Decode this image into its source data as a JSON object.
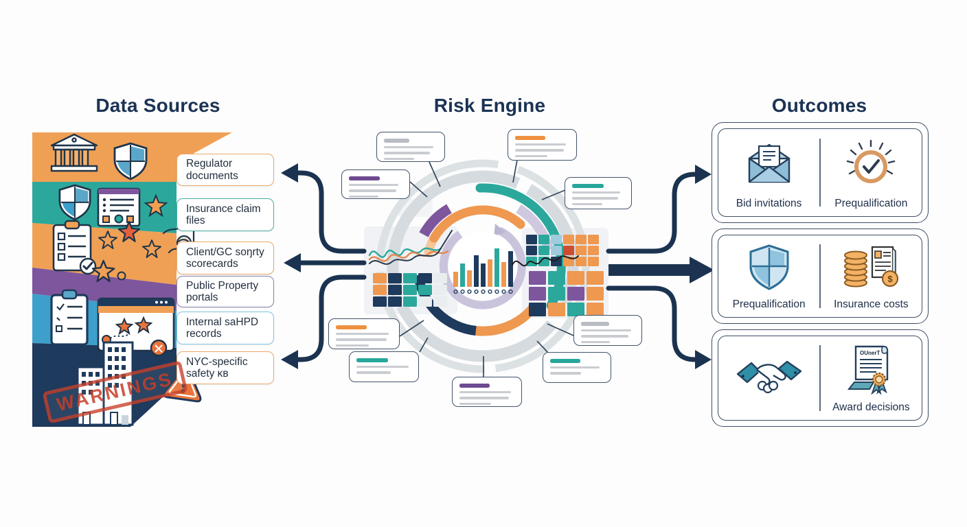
{
  "titles": {
    "left": "Data Sources",
    "center": "Risk Engine",
    "right": "Outcomes"
  },
  "data_sources": {
    "items": [
      {
        "label": "Regulator documents",
        "band_color": "#F0A055",
        "border": "#E9A96B"
      },
      {
        "label": "Insurance claim files",
        "band_color": "#2BA89B",
        "border": "#49AFA3"
      },
      {
        "label": "Client/GC soŋrty scorecards",
        "band_color": "#F0A055",
        "border": "#E9A96B"
      },
      {
        "label": "Public Property portals",
        "band_color": "#7D569D",
        "border": "#8d80a8"
      },
      {
        "label": "Internal saHPD records",
        "band_color": "#3E9FCB",
        "border": "#7EC3DC"
      },
      {
        "label": "NYC-specific safety ᴋʙ",
        "band_color": "#1E3A5C",
        "border": "#E9A96B"
      }
    ],
    "stamp_text": "WARNINGS",
    "icons": [
      "bank-icon",
      "shield-icon",
      "checklist-document-icon",
      "star-icon",
      "clipboard-check-icon",
      "rating-stars-icon",
      "person-doodle-icon",
      "clipboard-icon",
      "browser-reviews-icon",
      "buildings-icon",
      "warning-triangle-icon",
      "warnings-stamp"
    ]
  },
  "risk_engine": {
    "palette": {
      "orange": "#EF9850",
      "teal": "#2BA89B",
      "navy": "#1E3A5C",
      "purple": "#7D569D",
      "red": "#CB4E32",
      "lightblue": "#9FCBDC",
      "gray": "#E9EDF0"
    },
    "center_bars": {
      "heights": [
        22,
        34,
        24,
        46,
        34,
        40,
        56,
        36,
        52
      ],
      "colors": [
        "orange",
        "teal",
        "orange",
        "navy",
        "navy",
        "orange",
        "teal",
        "orange",
        "navy"
      ]
    },
    "left_grid": [
      [
        "orange",
        "navy",
        "teal",
        "navy",
        "gray"
      ],
      [
        "orange",
        "navy",
        "teal",
        "teal",
        "gray"
      ],
      [
        "navy",
        "navy",
        "teal",
        "gray",
        "gray"
      ]
    ],
    "right_small_grid": [
      [
        "navy",
        "teal",
        "lightblue",
        "orange",
        "orange",
        "orange"
      ],
      [
        "navy",
        "teal",
        "lightblue",
        "red",
        "orange",
        "orange"
      ],
      [
        "teal",
        "teal",
        "navy",
        "orange",
        "orange",
        "orange"
      ]
    ],
    "right_big_grid": [
      [
        "purple",
        "teal",
        "orange",
        "orange"
      ],
      [
        "purple",
        "teal",
        "purple",
        "orange"
      ],
      [
        "navy",
        "orange",
        "teal",
        "orange"
      ]
    ]
  },
  "outcomes": {
    "certificate_text": "OUnerT",
    "boxes": [
      {
        "left": {
          "icon": "envelope-icon",
          "label": "Bid invitations"
        },
        "right": {
          "icon": "radiant-check-icon",
          "label": "Prequalification"
        }
      },
      {
        "left": {
          "icon": "shield-icon",
          "label": "Prequalification"
        },
        "right": {
          "icon": "coins-document-icon",
          "label": "Insurance costs"
        }
      },
      {
        "left": {
          "icon": "handshake-icon",
          "label": ""
        },
        "right": {
          "icon": "certificate-icon",
          "label": "Award decisions"
        }
      }
    ]
  }
}
